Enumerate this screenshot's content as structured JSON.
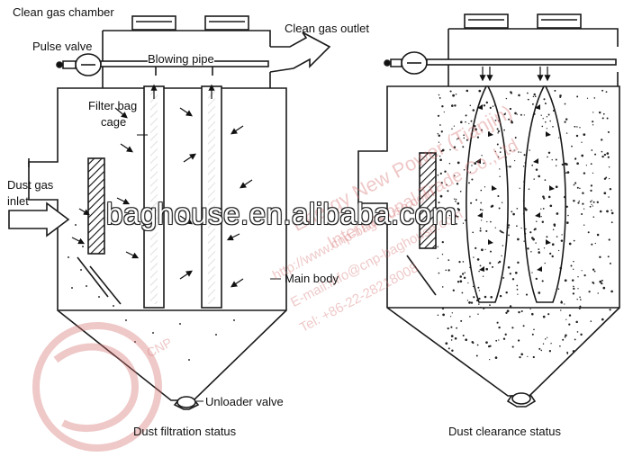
{
  "labels": {
    "clean_gas_chamber": "Clean gas chamber",
    "clean_gas_outlet": "Clean gas outlet",
    "pulse_valve": "Pulse valve",
    "blowing_pipe": "Blowing pipe",
    "filter_bag_cage_1": "Filter bag",
    "filter_bag_cage_2": "cage",
    "dust_gas_inlet_1": "Dust gas",
    "dust_gas_inlet_2": "inlet",
    "main_body": "Main body",
    "unloader_valve": "Unloader valve"
  },
  "captions": {
    "left": "Dust filtration status",
    "right": "Dust clearance status"
  },
  "watermark": {
    "site": "baghouse.en.alibaba.com",
    "company_1": "Energy New Power (Tianjin)",
    "company_2": "International Trade Co.,Ltd",
    "web": "http://www.cnp-baghouse.com",
    "email": "E-mail:info@cnp-baghouse.com",
    "tel": "Tel: +86-22-28218008",
    "logo_text": "CNP"
  },
  "colors": {
    "line": "#1a1a1a",
    "watermark_red": "#d46e6e"
  }
}
